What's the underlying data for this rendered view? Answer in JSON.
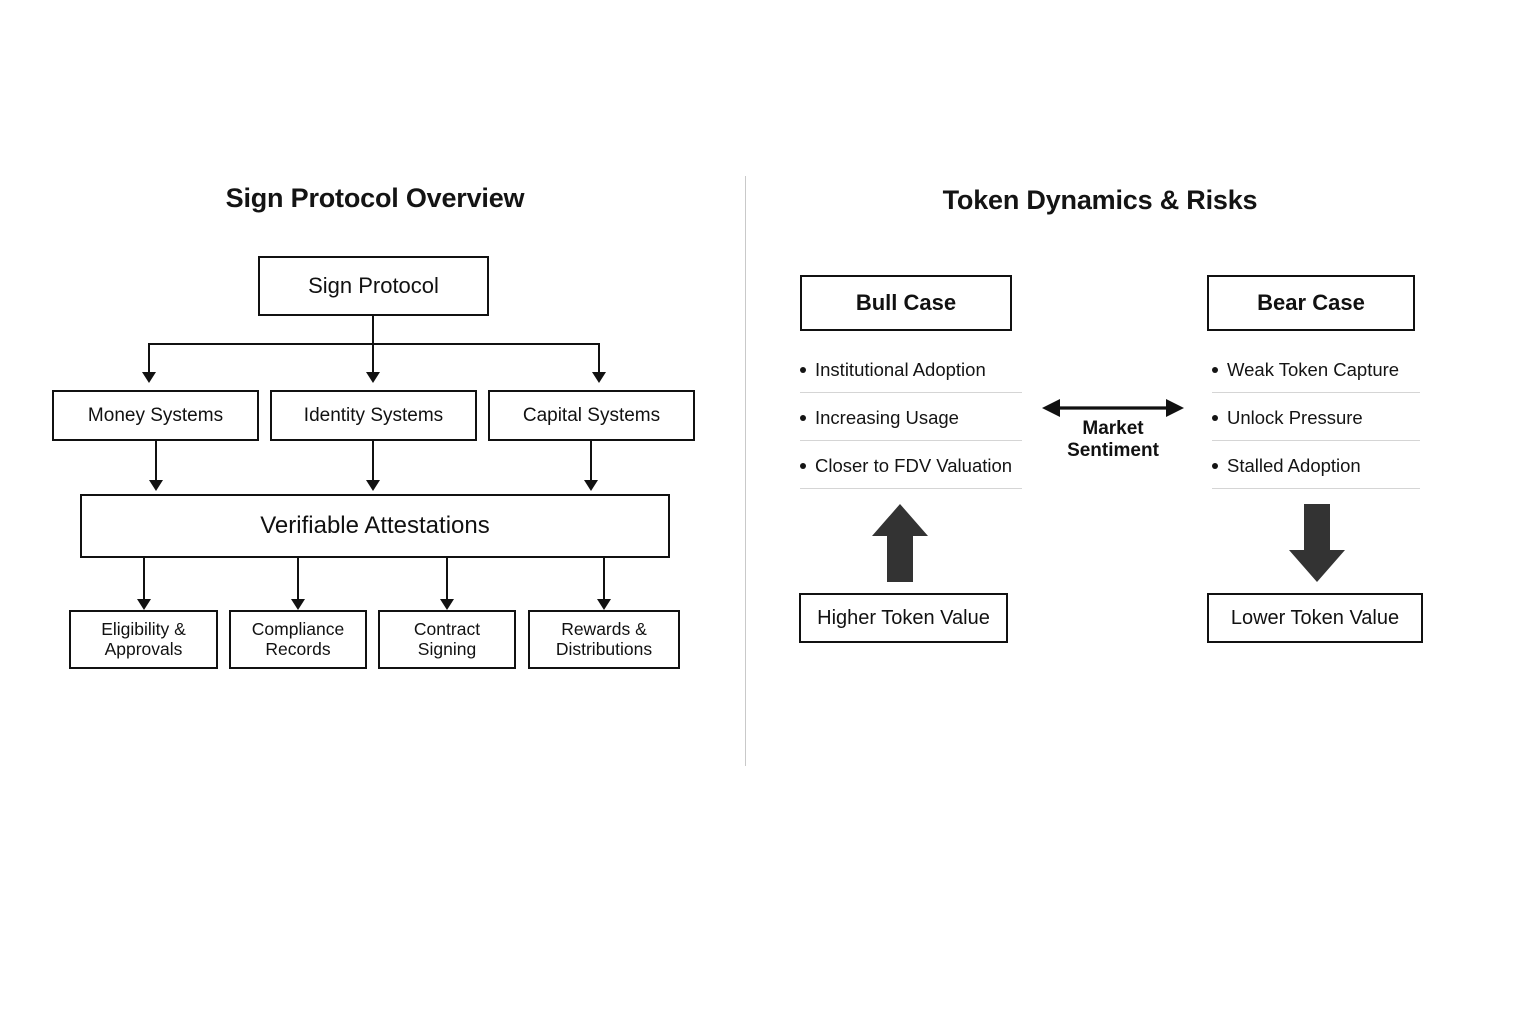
{
  "left_panel": {
    "title": "Sign Protocol Overview",
    "root": {
      "label": "Sign Protocol"
    },
    "systems": [
      {
        "label": "Money Systems"
      },
      {
        "label": "Identity Systems"
      },
      {
        "label": "Capital Systems"
      }
    ],
    "hub": {
      "label": "Verifiable Attestations"
    },
    "outputs": [
      {
        "line1": "Eligibility &",
        "line2": "Approvals"
      },
      {
        "line1": "Compliance",
        "line2": "Records"
      },
      {
        "line1": "Contract",
        "line2": "Signing"
      },
      {
        "line1": "Rewards  &",
        "line2": "Distributions"
      }
    ]
  },
  "right_panel": {
    "title": "Token Dynamics & Risks",
    "bull": {
      "header": "Bull Case",
      "items": [
        "Institutional Adoption",
        "Increasing Usage",
        "Closer to FDV Valuation"
      ],
      "outcome": "Higher Token Value",
      "arrow_direction": "up"
    },
    "bear": {
      "header": "Bear Case",
      "items": [
        "Weak Token Capture",
        "Unlock Pressure",
        "Stalled Adoption"
      ],
      "outcome": "Lower Token Value",
      "arrow_direction": "down"
    },
    "center": {
      "label_line1": "Market",
      "label_line2": "Sentiment",
      "arrow": "double-headed-horizontal-arrow"
    }
  },
  "colors": {
    "ink": "#111111",
    "fat_arrow": "#333333",
    "separator": "#d5d5d5",
    "divider": "#c9c9c9",
    "background": "#ffffff"
  }
}
